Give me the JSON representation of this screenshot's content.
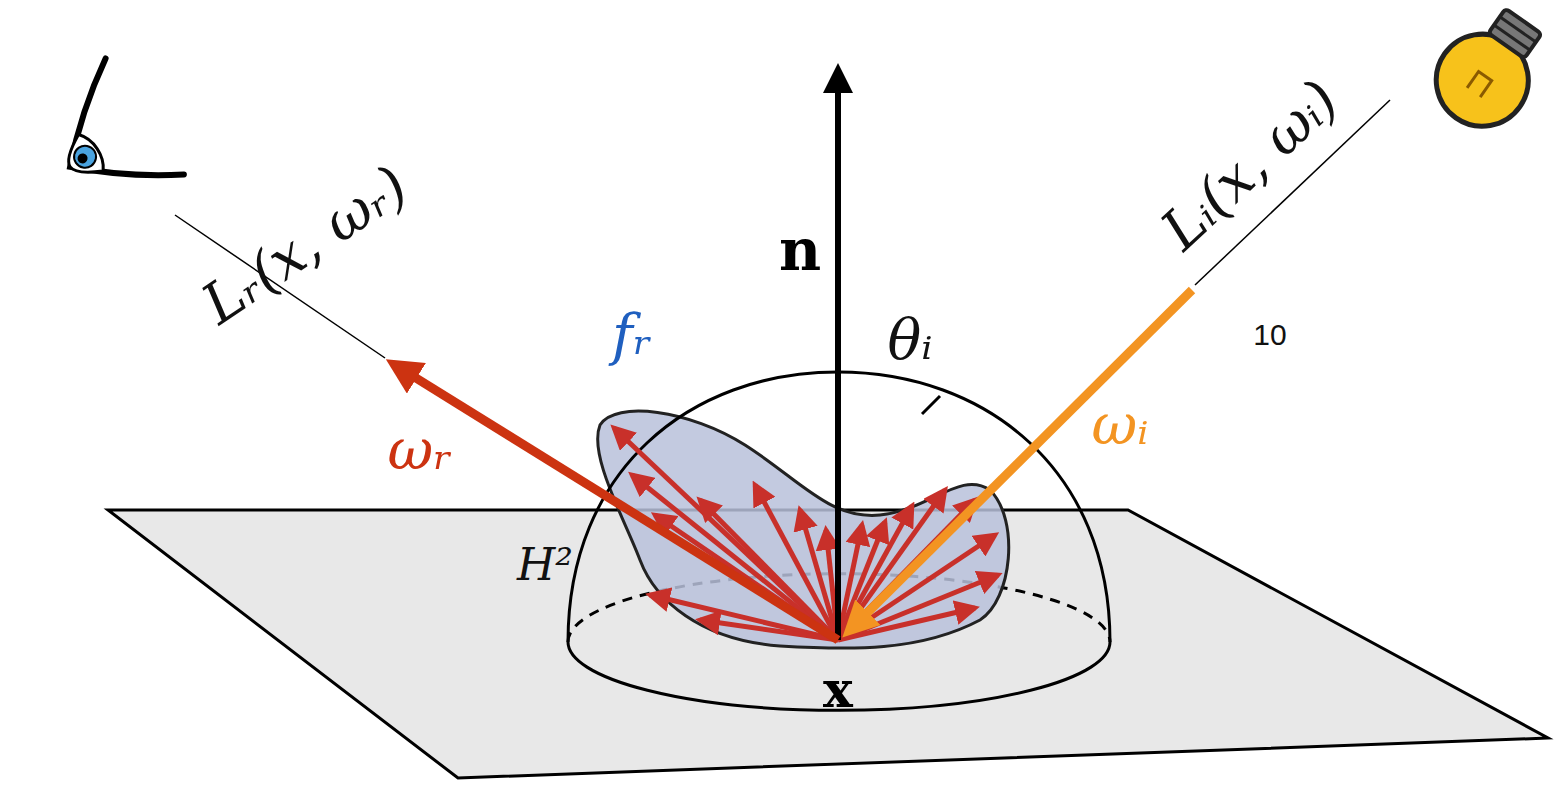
{
  "diagram": {
    "labels": [
      "Lᵣ(x, ωᵣ)",
      "Lᵢ(x, ωᵢ)",
      "n",
      "θᵢ",
      "10",
      "fᵣ",
      "ωᵣ",
      "ωᵢ",
      "H²",
      "x"
    ]
  }
}
